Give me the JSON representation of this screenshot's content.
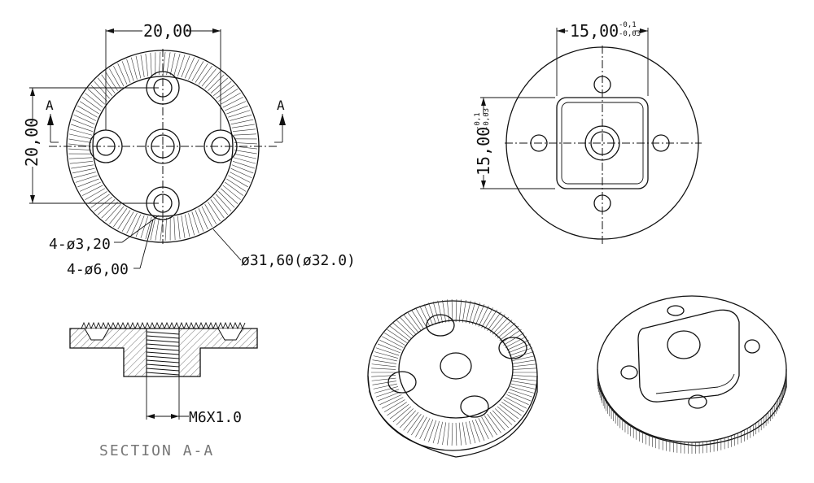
{
  "top_view": {
    "dim_width": "20,00",
    "dim_height": "20,00",
    "section_mark_left": "A",
    "section_mark_right": "A",
    "callout_small_hole": "4-ø3,20",
    "callout_countersink": "4-ø6,00",
    "callout_outer_diameter": "ø31,60(ø32.0)"
  },
  "back_view": {
    "dim_width": "15,00",
    "dim_width_tol_upper": "-0,1",
    "dim_width_tol_lower": "-0,03",
    "dim_height": "15,00",
    "dim_height_tol_upper": "-0,1",
    "dim_height_tol_lower": "-0,03"
  },
  "section_view": {
    "thread_label": "M6X1.0",
    "title": "SECTION A-A"
  }
}
